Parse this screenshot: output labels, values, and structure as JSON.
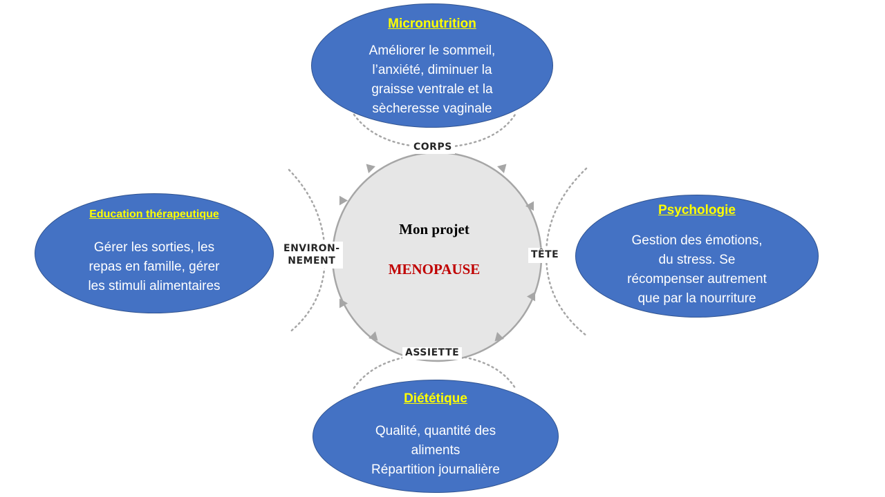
{
  "center": {
    "title": "Mon projet",
    "subtitle": "MENOPAUSE"
  },
  "axes": {
    "top": "CORPS",
    "right": "TÊTE",
    "bottom": "ASSIETTE",
    "left_line1": "ENVIRON-",
    "left_line2": "NEMENT"
  },
  "bubbles": {
    "micronutrition": {
      "title": "Micronutrition",
      "lines": [
        "Améliorer le sommeil,",
        "l’anxiété, diminuer la",
        "graisse ventrale  et la",
        "sècheresse vaginale"
      ]
    },
    "psychologie": {
      "title": "Psychologie",
      "lines": [
        "Gestion des émotions,",
        "du stress. Se",
        "récompenser autrement",
        "que par la nourriture"
      ]
    },
    "education": {
      "title": "Education  thérapeutique",
      "lines": [
        "Gérer les sorties, les",
        "repas en famille, gérer",
        "les stimuli alimentaires"
      ]
    },
    "dietetique": {
      "title": "Diététique",
      "lines": [
        "Qualité, quantité des",
        "aliments",
        "Répartition journalière"
      ]
    }
  },
  "colors": {
    "bubble_fill": "#4472c4",
    "bubble_title": "#ffff00",
    "center_subtitle": "#c00000",
    "cycle_ring": "#a6a6a6"
  }
}
